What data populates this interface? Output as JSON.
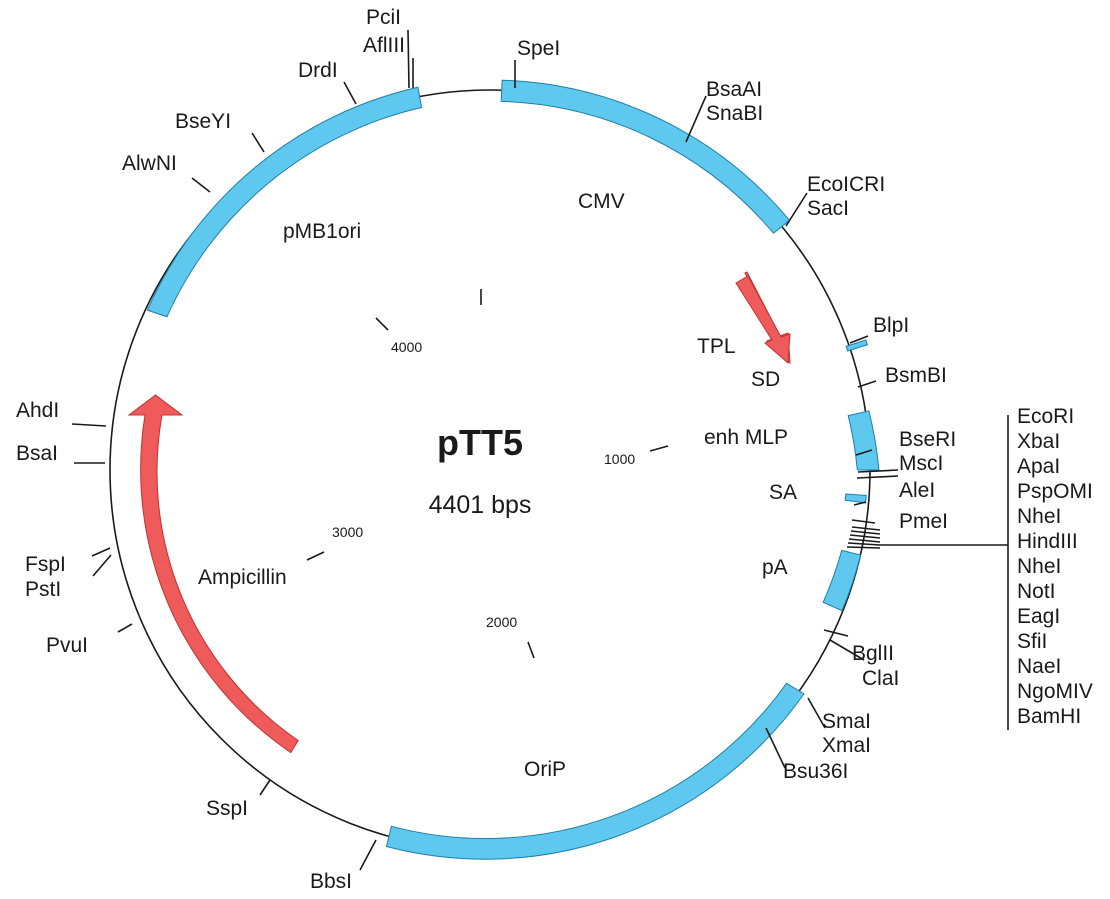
{
  "plasmid": {
    "name": "pTT5",
    "size_label": "4401 bps"
  },
  "ticks": [
    "1000",
    "2000",
    "3000",
    "4000"
  ],
  "features": {
    "cmv": "CMV",
    "tpl": "TPL",
    "sd": "SD",
    "enh_mlp": "enh MLP",
    "sa": "SA",
    "pa": "pA",
    "orip": "OriP",
    "ampicillin": "Ampicillin",
    "pmb1ori": "pMB1ori"
  },
  "sites": {
    "pcil": "PciI",
    "aflIII": "AflIII",
    "drdI": "DrdI",
    "speI": "SpeI",
    "bsaAI": "BsaAI",
    "snaBI": "SnaBI",
    "ecoICRI": "EcoICRI",
    "sacI": "SacI",
    "blpI": "BlpI",
    "bsmBI": "BsmBI",
    "bseRI": "BseRI",
    "mscI": "MscI",
    "aleI": "AleI",
    "pmeI": "PmeI",
    "bglII": "BglII",
    "claI": "ClaI",
    "smaI": "SmaI",
    "xmaI": "XmaI",
    "bsu36I": "Bsu36I",
    "bbsI": "BbsI",
    "sspI": "SspI",
    "pvuI": "PvuI",
    "fspI": "FspI",
    "pstI": "PstI",
    "bsaI": "BsaI",
    "ahdI": "AhdI",
    "alwNI": "AlwNI",
    "bseYI": "BseYI"
  },
  "mcs_sites": [
    "EcoRI",
    "XbaI",
    "ApaI",
    "PspOMI",
    "NheI",
    "HindIII",
    "NheI",
    "NotI",
    "EagI",
    "SfiI",
    "NaeI",
    "NgoMIV",
    "BamHI"
  ],
  "colors": {
    "feature_box": "#5ec8ef",
    "arrow": "#ef5b5b",
    "line": "#1a1a1a"
  }
}
